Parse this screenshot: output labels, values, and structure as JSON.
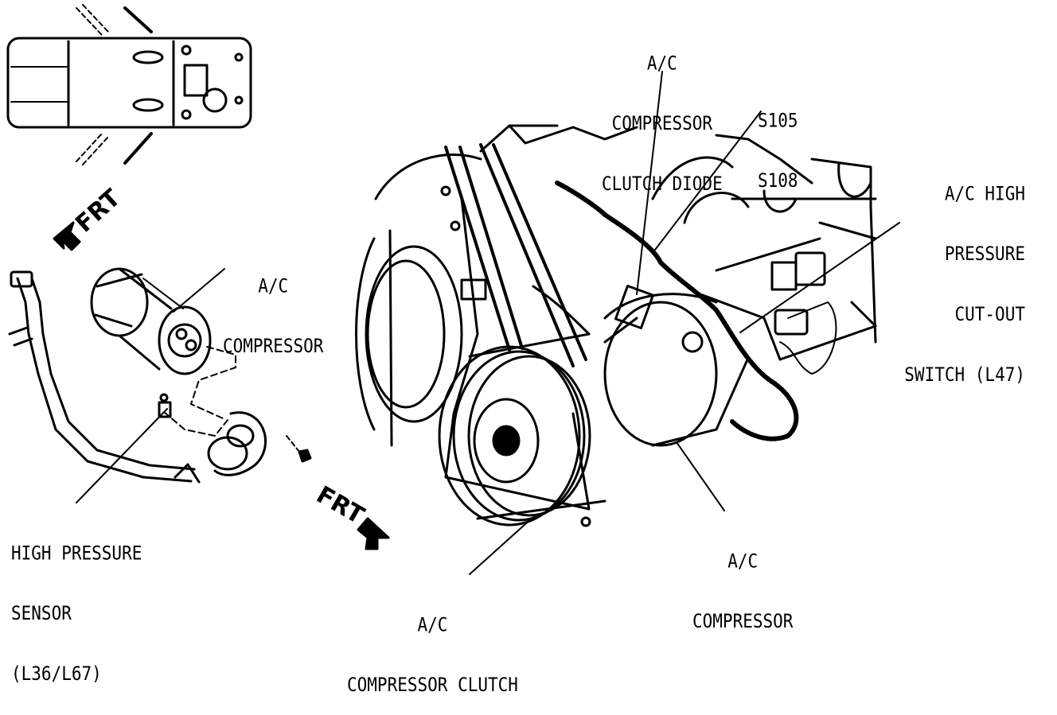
{
  "labels": {
    "diode": [
      "A/C",
      "COMPRESSOR",
      "CLUTCH DIODE"
    ],
    "splice": [
      "S105",
      "S108"
    ],
    "cutout_switch": [
      "A/C HIGH",
      "PRESSURE",
      "CUT-OUT",
      "SWITCH (L47)"
    ],
    "compressor_left": [
      "A/C",
      "COMPRESSOR"
    ],
    "compressor_right": [
      "A/C",
      "COMPRESSOR"
    ],
    "high_pressure_sensor": [
      "HIGH PRESSURE",
      "SENSOR",
      "(L36/L67)"
    ],
    "compressor_clutch": [
      "A/C",
      "COMPRESSOR CLUTCH"
    ],
    "frt_top": "FRT",
    "frt_bottom": "FRT"
  },
  "colors": {
    "ink": "#000000",
    "paper": "#ffffff"
  }
}
